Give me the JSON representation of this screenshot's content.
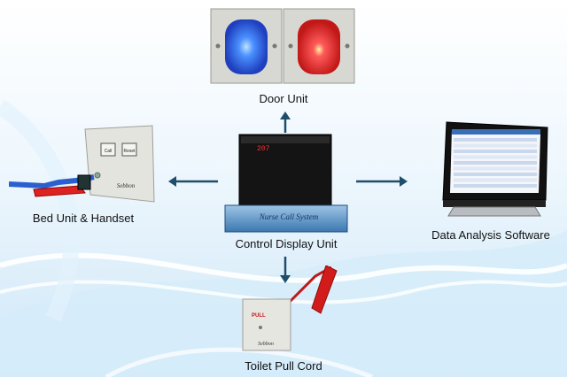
{
  "colors": {
    "arrow": "#1f4e6b",
    "swirl": "#bfe0f5",
    "red_led": "#ff3b3b",
    "blue_led": "#3b7bff"
  },
  "nodes": {
    "door_unit": {
      "label": "Door Unit"
    },
    "bed_unit": {
      "label": "Bed Unit & Handset",
      "plate_buttons": [
        "Call",
        "Reset"
      ],
      "brand": "Sebbon"
    },
    "control_unit": {
      "label": "Control Display Unit",
      "display": "207",
      "panel_text": "Nurse Call System"
    },
    "software": {
      "label": "Data Analysis Software"
    },
    "pull_cord": {
      "label": "Toilet Pull Cord",
      "switch_text": "PULL",
      "brand": "Sebbon"
    }
  }
}
